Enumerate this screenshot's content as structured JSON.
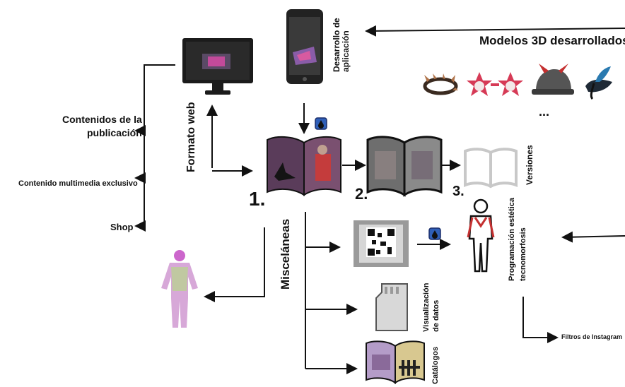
{
  "labels": {
    "app_dev": [
      "Desarrollo de",
      "aplicación"
    ],
    "models_3d": "Modelos 3D desarrollados",
    "ellipsis": "...",
    "content_pub": [
      "Contenidos de la",
      "publicación"
    ],
    "web_format": "Formato web",
    "exclusive_media": "Contenido multimedia exclusivo",
    "shop": "Shop",
    "step1": "1.",
    "step2": "2.",
    "step3": "3.",
    "versions": "Versiones",
    "misc": "Misceláneas",
    "programming": [
      "Programación estética",
      "tecnomorfosis"
    ],
    "data_viz": [
      "Visualización",
      "de datos"
    ],
    "catalogs": "Catálogos",
    "instagram_filters": "Filtros de Instagram"
  },
  "icons": [
    "monitor-icon",
    "smartphone-icon",
    "magazine-icon",
    "blurred-magazine-icon",
    "open-book-outline-icon",
    "qr-card-icon",
    "memory-card-icon",
    "catalog-book-icon",
    "human-figure-icon",
    "bodysuit-icon",
    "spiked-collar-icon",
    "star-glasses-icon",
    "devil-cap-icon",
    "feather-mask-icon",
    "drop-badge-icon"
  ],
  "colors": {
    "ink": "#111111",
    "badge": "#2f5fb8",
    "badge_border": "#1b2f6b"
  }
}
